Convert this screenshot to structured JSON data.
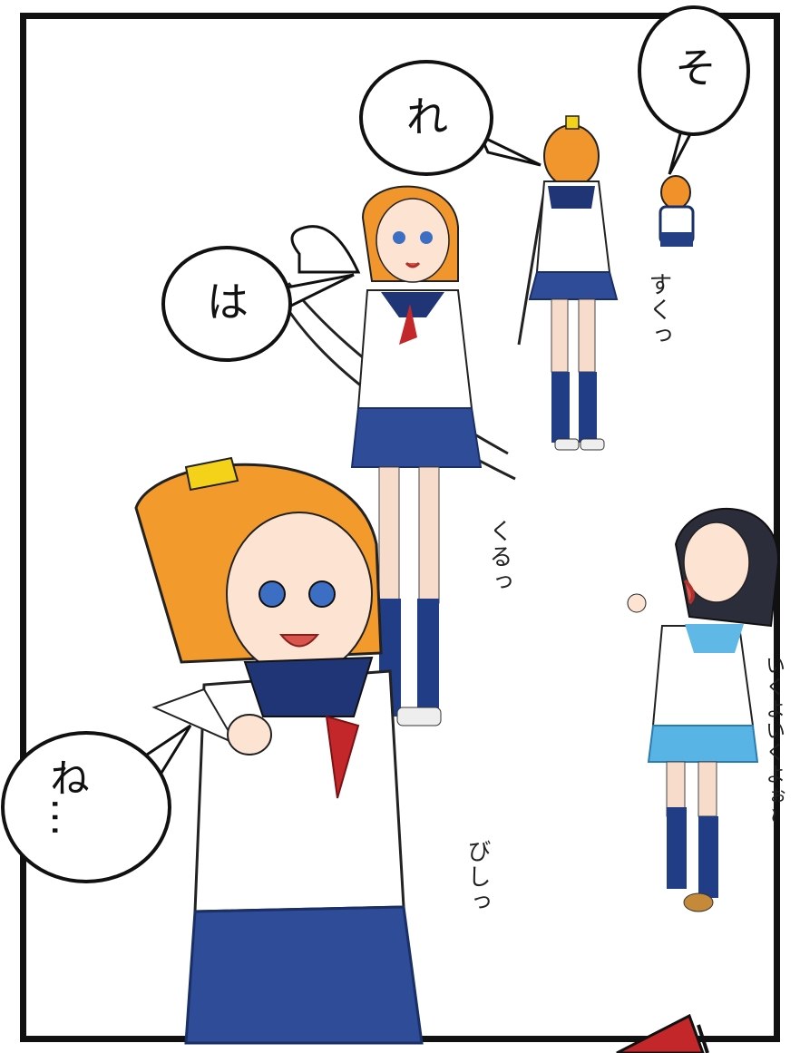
{
  "panel": {
    "bubbles": {
      "so": "そ",
      "re": "れ",
      "wa": "は",
      "ne": "ね…"
    },
    "sfx": {
      "suku": "すくっ",
      "kuru": "くるっ",
      "bishi": "びしっ",
      "ikuyo": "いくよいくよぉ~"
    }
  }
}
